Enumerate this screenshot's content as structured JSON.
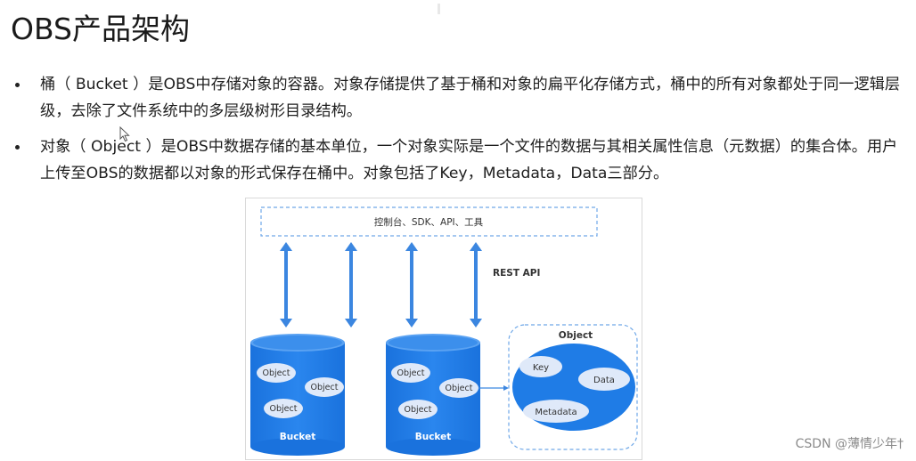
{
  "slide": {
    "title": "OBS产品架构",
    "bullets": [
      {
        "text": "桶（ Bucket ）是OBS中存储对象的容器。对象存储提供了基于桶和对象的扁平化存储方式，桶中的所有对象都处于同一逻辑层级，去除了文件系统中的多层级树形目录结构。"
      },
      {
        "text": "对象（ Object ）是OBS中数据存储的基本单位，一个对象实际是一个文件的数据与其相关属性信息（元数据）的集合体。用户上传至OBS的数据都以对象的形式保存在桶中。对象包括了Key，Metadata，Data三部分。"
      }
    ]
  },
  "diagram": {
    "client_label": "控制台、SDK、API、工具",
    "api_label": "REST API",
    "buckets": [
      {
        "label": "Bucket",
        "objects": [
          "Object",
          "Object",
          "Object"
        ]
      },
      {
        "label": "Bucket",
        "objects": [
          "Object",
          "Object",
          "Object"
        ]
      }
    ],
    "object_detail": {
      "title": "Object",
      "parts": [
        "Key",
        "Data",
        "Metadata"
      ]
    },
    "colors": {
      "primary_blue": "#1f7ce6",
      "arrow_blue": "#3b86e0",
      "ellipse_light": "#dfe9f9",
      "dashed_border": "#6fa8e8"
    }
  },
  "watermark": "CSDN @薄情少年†",
  "icons": {
    "cursor": "mouse-pointer-icon"
  }
}
